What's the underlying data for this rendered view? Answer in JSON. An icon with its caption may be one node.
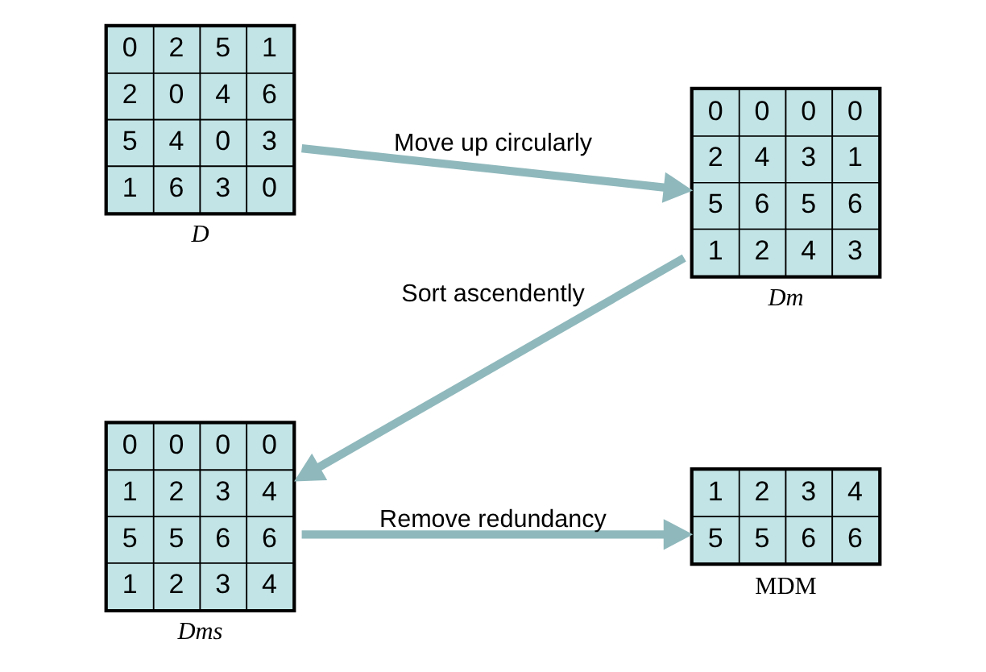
{
  "diagram": {
    "nodes": [
      {
        "text": [
          "0",
          "2",
          "5",
          "1",
          "2",
          "0",
          "4",
          "6",
          "5",
          "4",
          "0",
          "3",
          "1",
          "6",
          "3",
          "0"
        ],
        "beside": [
          "D"
        ]
      },
      {
        "text": [
          "0",
          "0",
          "0",
          "0",
          "2",
          "4",
          "3",
          "1",
          "5",
          "6",
          "5",
          "6",
          "1",
          "2",
          "4",
          "3"
        ],
        "beside": [
          "Dm"
        ]
      },
      {
        "text": [
          "0",
          "0",
          "0",
          "0",
          "1",
          "2",
          "3",
          "4",
          "5",
          "5",
          "6",
          "6",
          "1",
          "2",
          "3",
          "4"
        ],
        "beside": [
          "Dms"
        ]
      },
      {
        "text": [
          "1",
          "2",
          "3",
          "4",
          "5",
          "5",
          "6",
          "6"
        ],
        "beside": [
          "MDM"
        ]
      }
    ],
    "edges": [
      {
        "from": 0,
        "to": 1,
        "arrow": "to",
        "label": "Move up circularly"
      },
      {
        "from": 1,
        "to": 2,
        "arrow": "to",
        "label": "Sort ascendently"
      },
      {
        "from": 2,
        "to": 3,
        "arrow": "to",
        "label": "Remove redundancy"
      }
    ]
  }
}
